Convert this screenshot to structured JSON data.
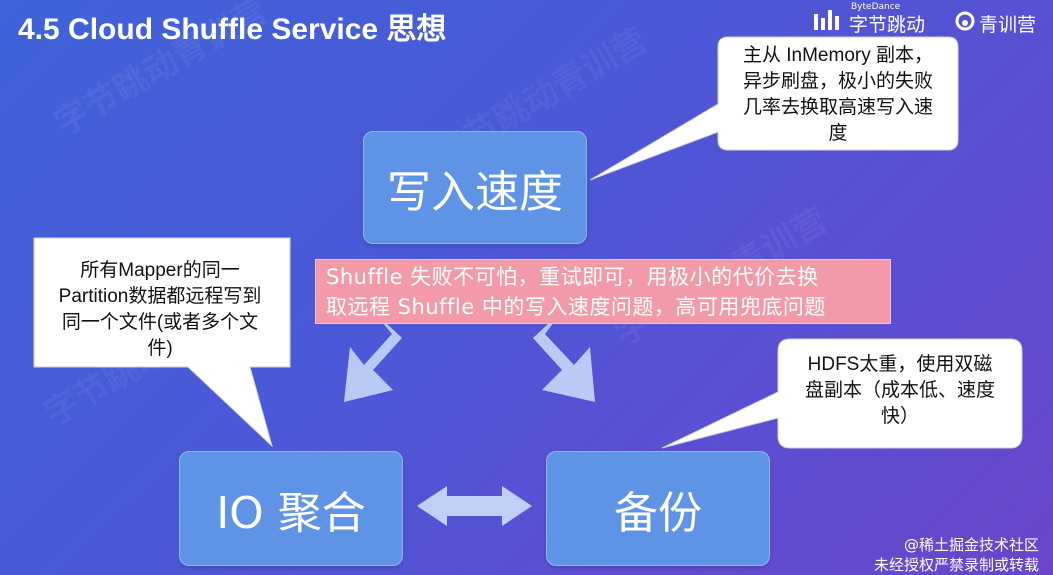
{
  "title": "4.5 Cloud Shuffle Service 思想",
  "brand": {
    "bytedance_small": "ByteDance",
    "bytedance_name": "字节跳动",
    "camp_name": "青训营",
    "watermark_text": "字节跳动青训营"
  },
  "nodes": {
    "write_speed": "写入速度",
    "io_aggregation": "IO 聚合",
    "backup": "备份"
  },
  "banner": {
    "line1": "Shuffle 失败不可怕，重试即可，用极小的代价去换",
    "line2": "取远程 Shuffle 中的写入速度问题，高可用兜底问题"
  },
  "callouts": {
    "top": [
      "主从 InMemory 副本，",
      "异步刷盘，极小的失败",
      "几率去换取高速写入速",
      "度"
    ],
    "left": [
      "所有Mapper的同一",
      "Partition数据都远程写到",
      "同一个文件(或者多个文",
      "件)"
    ],
    "right": [
      "HDFS太重，使用双磁",
      "盘副本（成本低、速度",
      "快）"
    ]
  },
  "footer": {
    "line1": "@稀土掘金技术社区",
    "line2": "未经授权严禁录制或转载"
  },
  "colors": {
    "node_fill": "#5e93e6",
    "banner_fill": "#f29aa7",
    "callout_fill": "#ffffff",
    "arrow_fill": "#c6d6f7"
  }
}
